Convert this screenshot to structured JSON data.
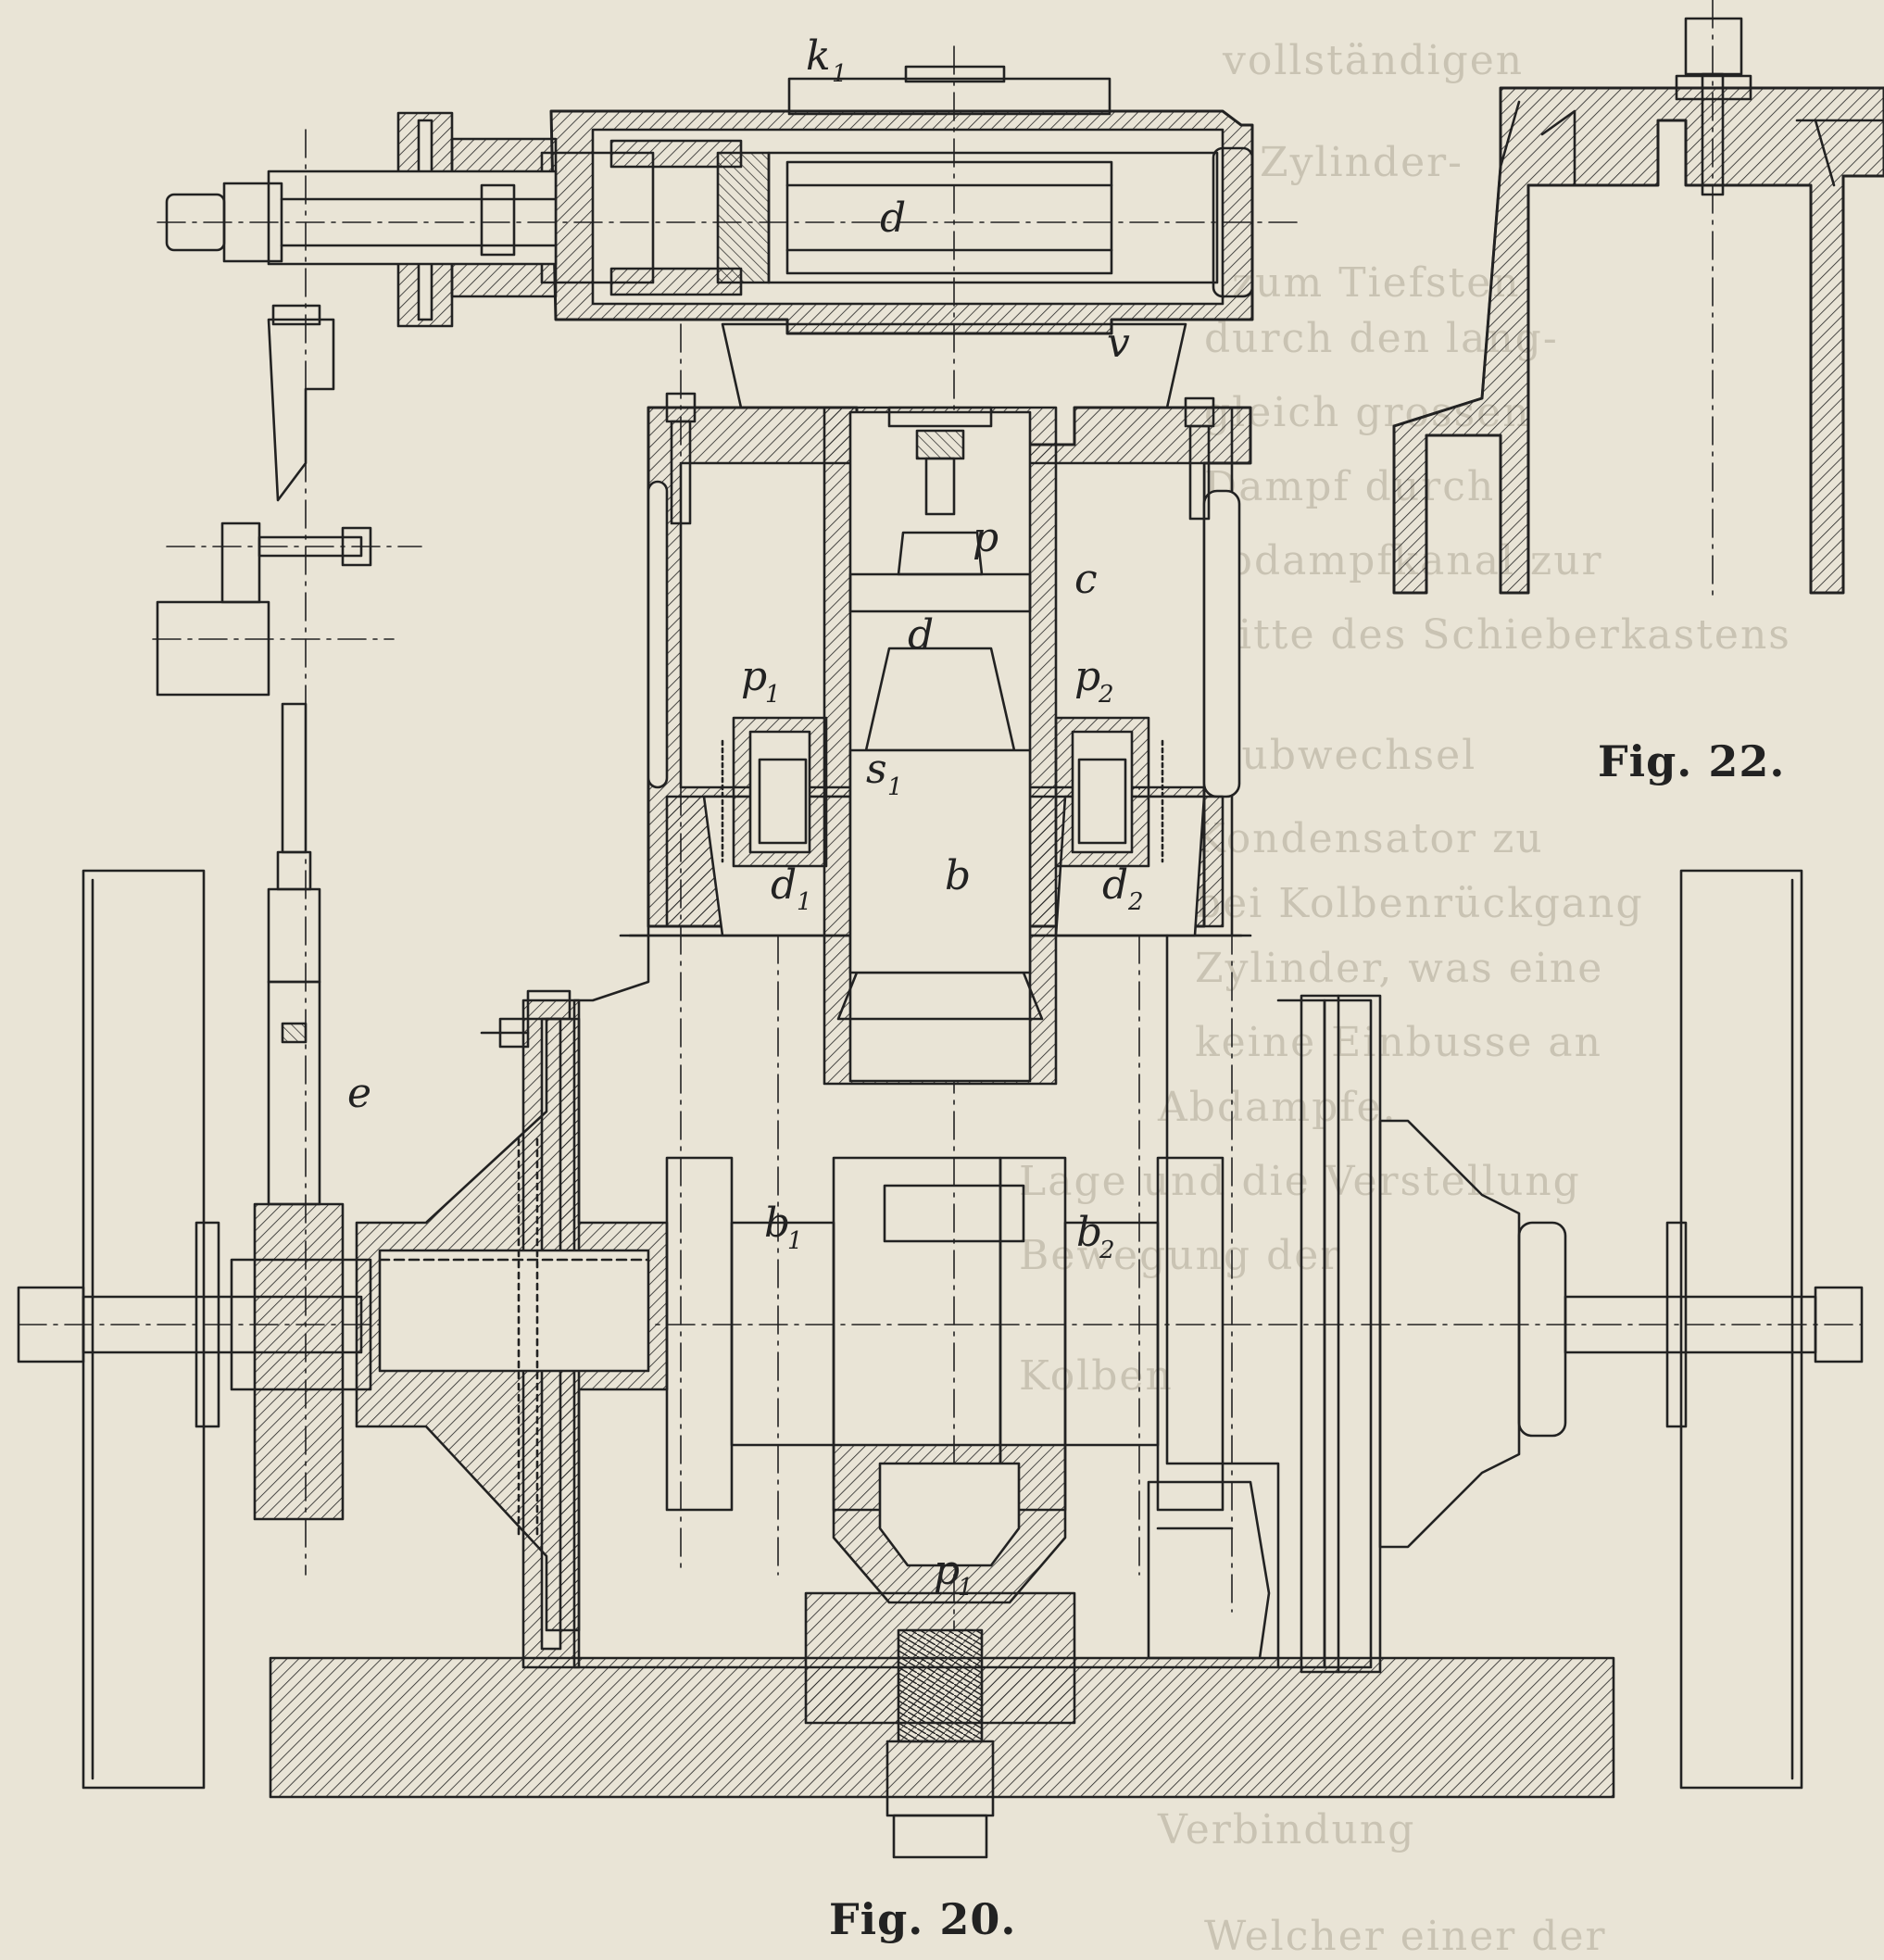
{
  "figures": {
    "main_caption": "Fig. 20.",
    "side_caption": "Fig. 22."
  },
  "labels": {
    "k1": "k",
    "k1_sub": "1",
    "d_valve": "d",
    "v": "v",
    "p": "p",
    "d": "d",
    "c": "c",
    "p1": "p",
    "p1_sub": "1",
    "p2": "p",
    "p2_sub": "2",
    "s1": "s",
    "s1_sub": "1",
    "b": "b",
    "d1": "d",
    "d1_sub": "1",
    "d2": "d",
    "d2_sub": "2",
    "e": "e",
    "b1": "b",
    "b1_sub": "1",
    "b2": "b",
    "b2_sub": "2",
    "p1_bottom": "p",
    "p1_bottom_sub": "1"
  },
  "background_text": [
    "vollständigen",
    "Zylinder-",
    "zum Tiefsten",
    "durch den lang-",
    "gleich grossen",
    "Dampf durch",
    "Abdampfkanal zur",
    "Mitte des Schieberkastens",
    "Hubwechsel",
    "Kondensator zu",
    "bei Kolbenrückgang",
    "Zylinder, was eine",
    "keine Einbusse an",
    "Abdampfe.",
    "Lage und die Verstellung",
    "Bewegung der",
    "Kolben",
    "Verbindung",
    "Welcher einer der"
  ],
  "colors": {
    "paper": "#e9e4d6",
    "ink": "#222222"
  }
}
